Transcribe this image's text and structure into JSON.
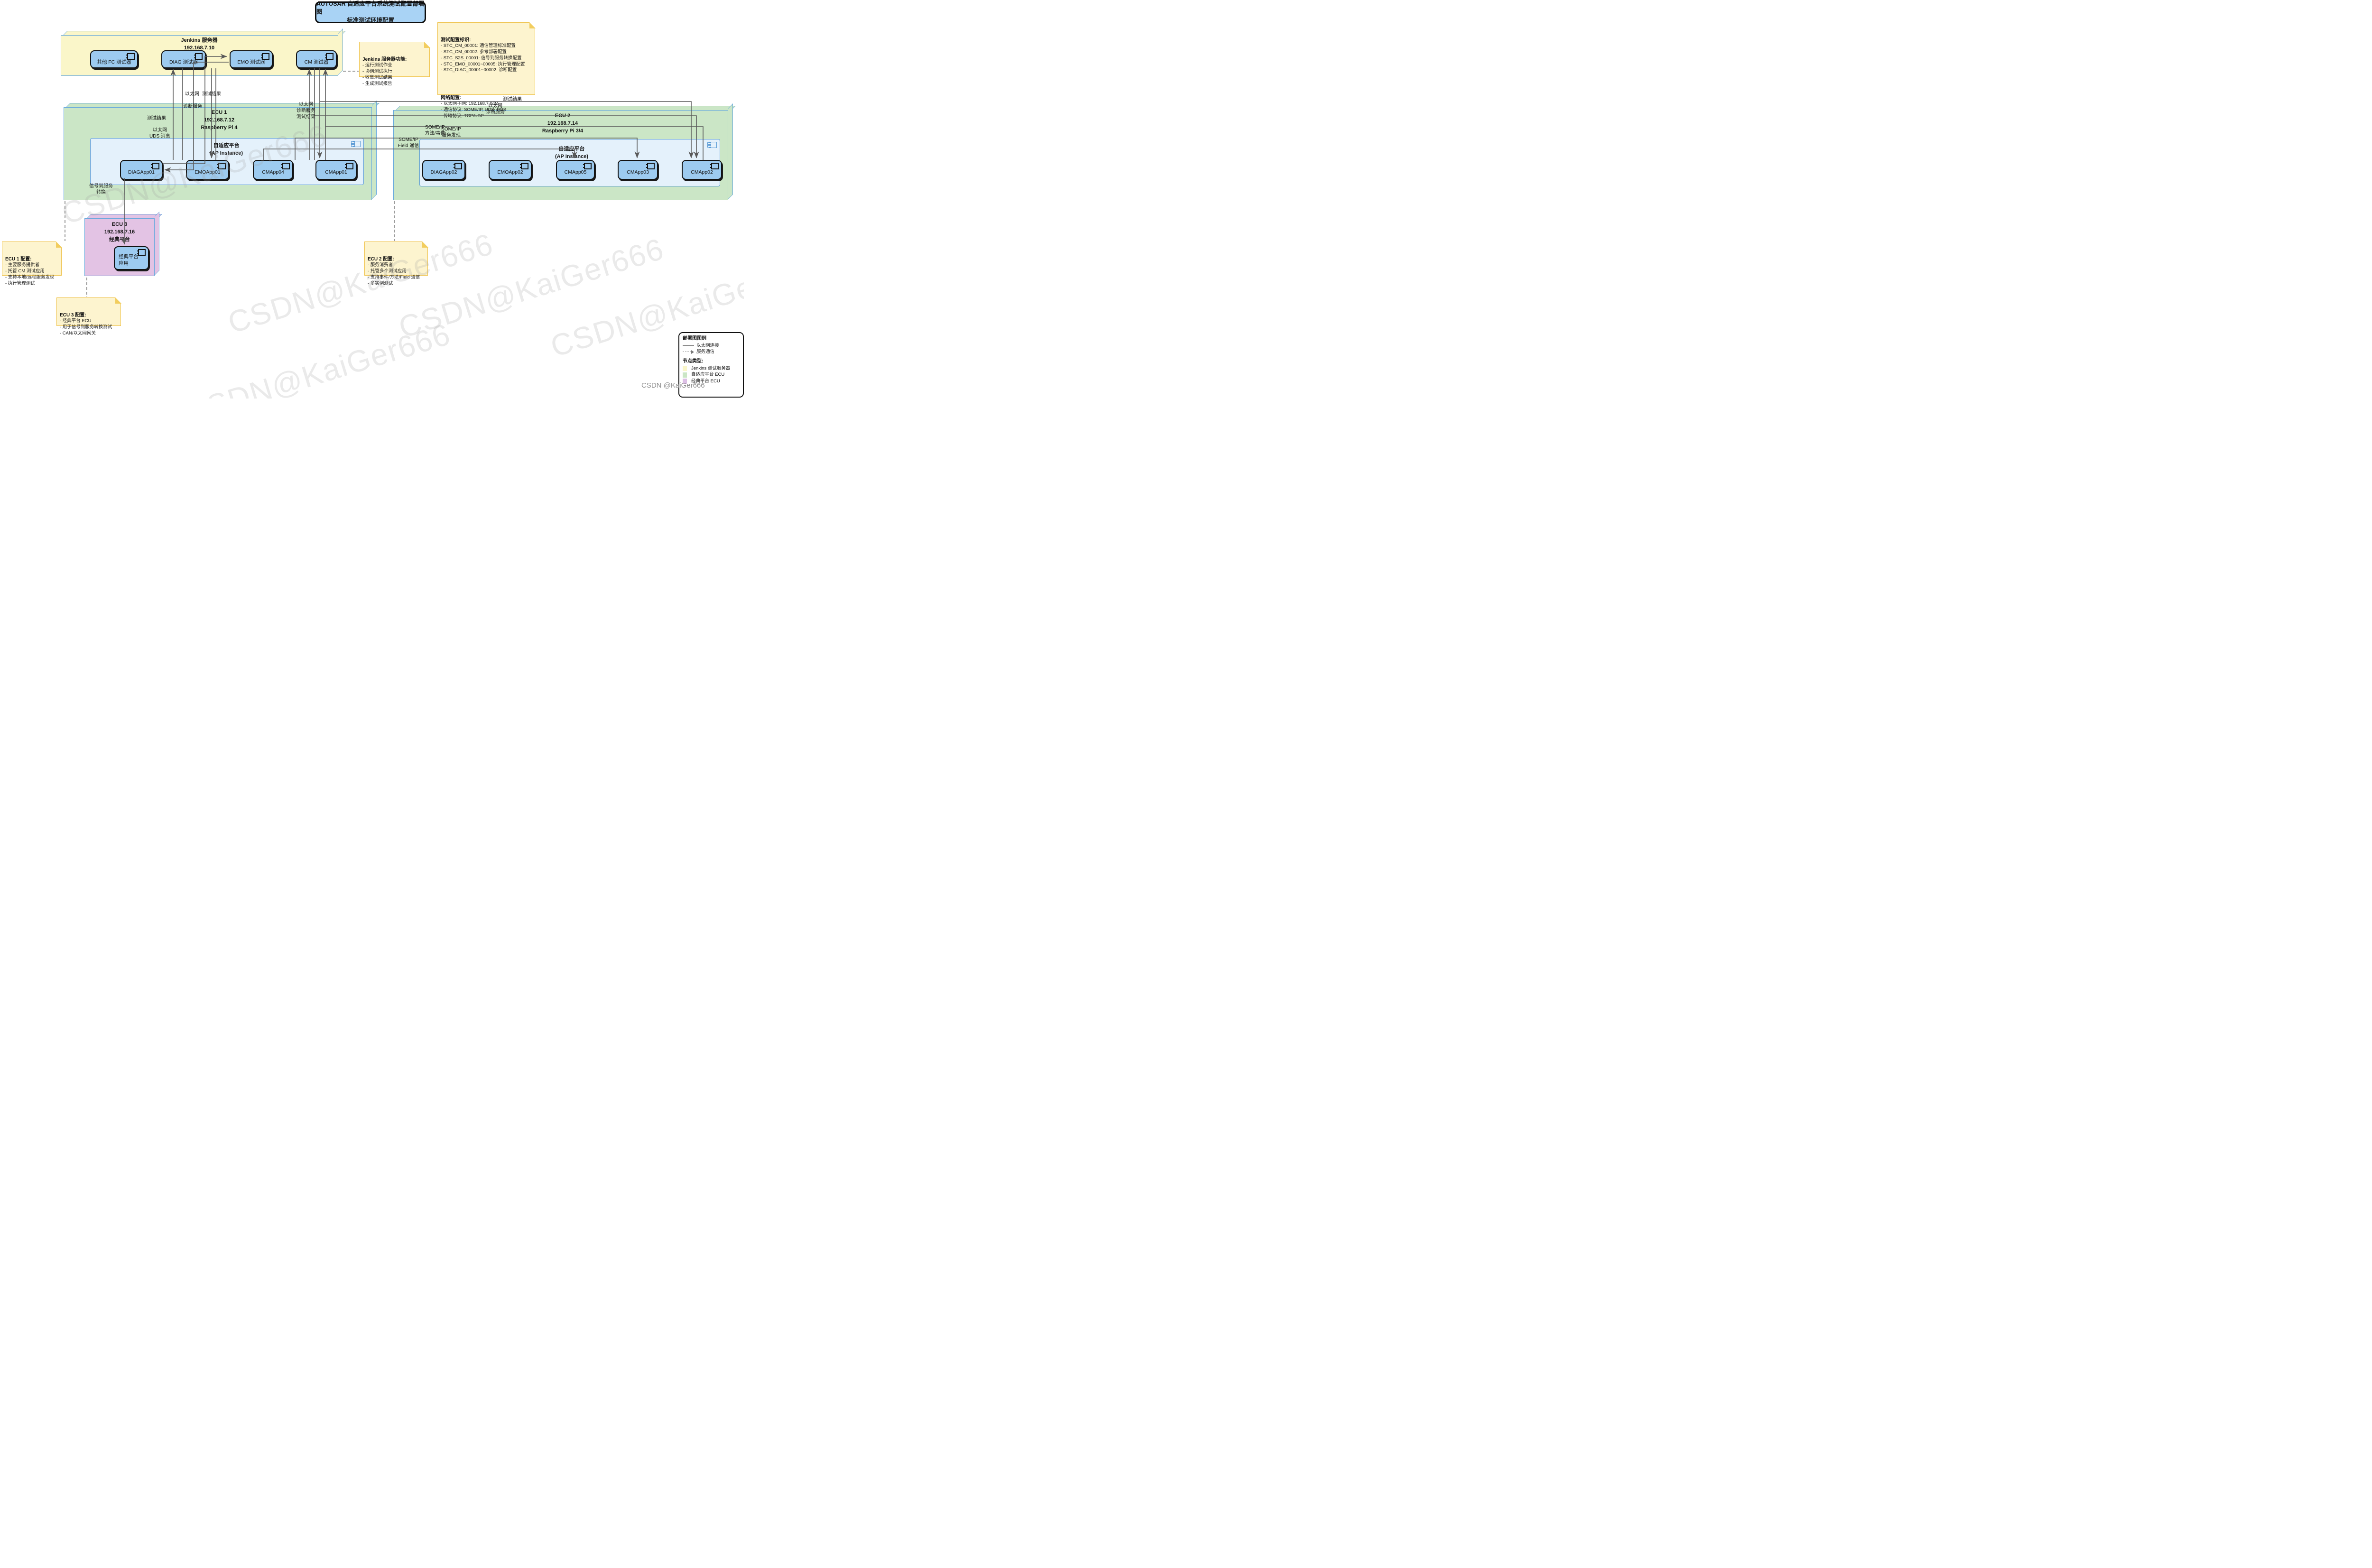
{
  "title": {
    "line1": "AUTOSAR 自适应平台系统测试配置部署图",
    "line2": "标准测试环境配置"
  },
  "jenkins": {
    "header": "Jenkins 服务器\n192.168.7.10",
    "testers": [
      "其他 FC 测试器",
      "DIAG 测试器",
      "EMO 测试器",
      "CM 测试器"
    ]
  },
  "ecu1": {
    "header": "ECU 1\n192.168.7.12\nRaspberry Pi 4",
    "platform": "自适应平台\n(AP Instance)",
    "apps": [
      "DIAGApp01",
      "EMOApp01",
      "CMApp04",
      "CMApp01"
    ]
  },
  "ecu2": {
    "header": "ECU 2\n192.168.7.14\nRaspberry Pi 3/4",
    "platform": "自适应平台\n(AP Instance)",
    "apps": [
      "DIAGApp02",
      "EMOApp02",
      "CMApp05",
      "CMApp03",
      "CMApp02"
    ]
  },
  "ecu3": {
    "header": "ECU 3\n192.168.7.16\n经典平台",
    "app": "经典平台\n应用"
  },
  "notes": {
    "jenkins_func": {
      "title": "Jenkins 服务器功能:",
      "lines": "- 运行测试作业\n- 协调测试执行\n- 收集测试结果\n- 生成测试报告"
    },
    "test_config": {
      "title": "测试配置标识:",
      "lines": "- STC_CM_00001: 通信管理标准配置\n- STC_CM_00002: 参考部署配置\n- STC_S2S_00001: 信号到服务转换配置\n- STC_EMO_00001~00005: 执行管理配置\n- STC_DIAG_00001~00002: 诊断配置",
      "title2": "网络配置:",
      "lines2": "- 以太网子网: 192.168.7.0/24\n- 通信协议: SOME/IP, UDS, DDS\n- 传输协议: TCP/UDP"
    },
    "ecu1_cfg": {
      "title": "ECU 1 配置:",
      "lines": "- 主要服务提供者\n- 托管 CM 测试应用\n- 支持本地/远程服务发现\n- 执行管理测试"
    },
    "ecu2_cfg": {
      "title": "ECU 2 配置:",
      "lines": "- 服务消费者\n- 托管多个测试应用\n- 支持事件/方法/Field 通信\n- 多实例测试"
    },
    "ecu3_cfg": {
      "title": "ECU 3 配置:",
      "lines": "- 经典平台 ECU\n- 用于信号到服务转换测试\n- CAN/以太网网关"
    }
  },
  "labels": {
    "l0": "以太网",
    "l1": "测试结果",
    "l2": "诊断服务",
    "l3": "测试结果",
    "l4": "以太网\nUDS 消息",
    "l5": "信号到服务\n转换",
    "l6": "以太网\n诊断服务\n测试结果",
    "l7": "以太网\n诊断服务",
    "l8": "测试结果",
    "l9": "SOME/IP\n方法/事件",
    "l10": "SOME/IP\n服务发现",
    "l11": "SOME/IP\nField 通信"
  },
  "legend": {
    "title": "部署图图例",
    "ethernet": "以太网连接",
    "service": "服务通信",
    "node_types_title": "节点类型:",
    "types": [
      "Jenkins 测试服务器",
      "自适应平台 ECU",
      "经典平台 ECU"
    ]
  },
  "watermark": {
    "text": "CSDN@KaiGer666",
    "corner": "CSDN @KaiGer666"
  },
  "colors": {
    "title_fill": "#a9d3f5",
    "jenkins_fill": "#faf6c9",
    "adaptive_ecu_fill": "#cbe6c6",
    "classic_ecu_fill": "#e3c3e4",
    "ap_instance_fill": "#e4f1fb",
    "component_fill": "#9dcbf0",
    "note_fill": "#fdf4cf",
    "note_border": "#efc24a",
    "node_border": "#67a9dd",
    "wire": "#5a5a5a",
    "dashed_wire": "#7a7a7a"
  }
}
